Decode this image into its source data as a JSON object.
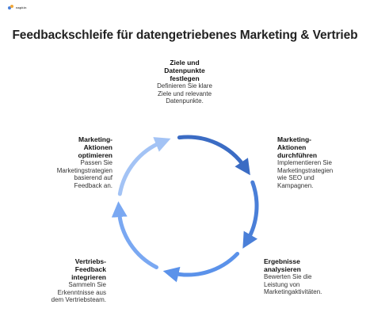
{
  "logo": {
    "text": "napkin"
  },
  "title": "Feedbackschleife für datengetriebenes Marketing & Vertrieb",
  "steps": [
    {
      "title": "Ziele und Datenpunkte festlegen",
      "title_lines": [
        "Ziele und",
        "Datenpunkte",
        "festlegen"
      ],
      "desc_lines": [
        "Definieren Sie klare",
        "Ziele und relevante",
        "Datenpunkte."
      ],
      "color": "#3b6cc4"
    },
    {
      "title": "Marketing-Aktionen durchführen",
      "title_lines": [
        "Marketing-",
        "Aktionen",
        "durchführen"
      ],
      "desc_lines": [
        "Implementieren Sie",
        "Marketingstrategien",
        "wie SEO und",
        "Kampagnen."
      ],
      "color": "#4a7fd8"
    },
    {
      "title": "Ergebnisse analysieren",
      "title_lines": [
        "Ergebnisse",
        "analysieren"
      ],
      "desc_lines": [
        "Bewerten Sie die",
        "Leistung von",
        "Marketingaktivitäten."
      ],
      "color": "#5b92ea"
    },
    {
      "title": "Vertriebs-Feedback integrieren",
      "title_lines": [
        "Vertriebs-",
        "Feedback",
        "integrieren"
      ],
      "desc_lines": [
        "Sammeln Sie",
        "Erkenntnisse aus",
        "dem Vertriebsteam."
      ],
      "color": "#7aa8f2"
    },
    {
      "title": "Marketing-Aktionen optimieren",
      "title_lines": [
        "Marketing-",
        "Aktionen",
        "optimieren"
      ],
      "desc_lines": [
        "Passen Sie",
        "Marketingstrategien",
        "basierend auf",
        "Feedback an."
      ],
      "color": "#a3c3f5"
    }
  ]
}
